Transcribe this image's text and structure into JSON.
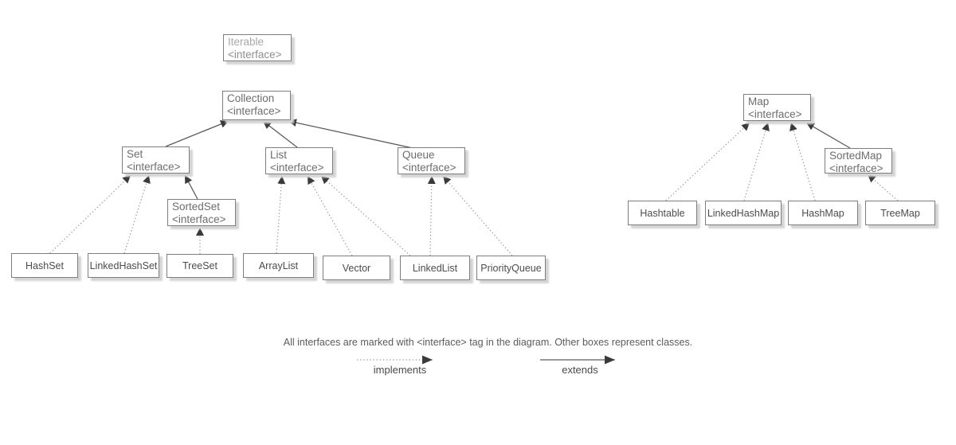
{
  "diagram": {
    "nodes": [
      {
        "id": "iterable",
        "label": "Iterable",
        "tag": "<interface>",
        "kind": "interface",
        "muted": true
      },
      {
        "id": "collection",
        "label": "Collection",
        "tag": "<interface>",
        "kind": "interface"
      },
      {
        "id": "set",
        "label": "Set",
        "tag": "<interface>",
        "kind": "interface"
      },
      {
        "id": "list",
        "label": "List",
        "tag": "<interface>",
        "kind": "interface"
      },
      {
        "id": "queue",
        "label": "Queue",
        "tag": "<interface>",
        "kind": "interface"
      },
      {
        "id": "sortedset",
        "label": "SortedSet",
        "tag": "<interface>",
        "kind": "interface"
      },
      {
        "id": "hashset",
        "label": "HashSet",
        "kind": "class"
      },
      {
        "id": "linkedhashset",
        "label": "LinkedHashSet",
        "kind": "class"
      },
      {
        "id": "treeset",
        "label": "TreeSet",
        "kind": "class"
      },
      {
        "id": "arraylist",
        "label": "ArrayList",
        "kind": "class"
      },
      {
        "id": "vector",
        "label": "Vector",
        "kind": "class"
      },
      {
        "id": "linkedlist",
        "label": "LinkedList",
        "kind": "class"
      },
      {
        "id": "priorityqueue",
        "label": "PriorityQueue",
        "kind": "class"
      },
      {
        "id": "map",
        "label": "Map",
        "tag": "<interface>",
        "kind": "interface"
      },
      {
        "id": "sortedmap",
        "label": "SortedMap",
        "tag": "<interface>",
        "kind": "interface"
      },
      {
        "id": "hashtable",
        "label": "Hashtable",
        "kind": "class"
      },
      {
        "id": "linkedhashmap",
        "label": "LinkedHashMap",
        "kind": "class"
      },
      {
        "id": "hashmap",
        "label": "HashMap",
        "kind": "class"
      },
      {
        "id": "treemap",
        "label": "TreeMap",
        "kind": "class"
      }
    ],
    "edges": [
      {
        "from": "set",
        "to": "collection",
        "relation": "extends"
      },
      {
        "from": "list",
        "to": "collection",
        "relation": "extends"
      },
      {
        "from": "queue",
        "to": "collection",
        "relation": "extends"
      },
      {
        "from": "sortedset",
        "to": "set",
        "relation": "extends"
      },
      {
        "from": "hashset",
        "to": "set",
        "relation": "implements"
      },
      {
        "from": "linkedhashset",
        "to": "set",
        "relation": "implements"
      },
      {
        "from": "treeset",
        "to": "sortedset",
        "relation": "implements"
      },
      {
        "from": "arraylist",
        "to": "list",
        "relation": "implements"
      },
      {
        "from": "vector",
        "to": "list",
        "relation": "implements"
      },
      {
        "from": "linkedlist",
        "to": "list",
        "relation": "implements"
      },
      {
        "from": "linkedlist",
        "to": "queue",
        "relation": "implements"
      },
      {
        "from": "priorityqueue",
        "to": "queue",
        "relation": "implements"
      },
      {
        "from": "hashtable",
        "to": "map",
        "relation": "implements"
      },
      {
        "from": "linkedhashmap",
        "to": "map",
        "relation": "implements"
      },
      {
        "from": "hashmap",
        "to": "map",
        "relation": "implements"
      },
      {
        "from": "sortedmap",
        "to": "map",
        "relation": "extends"
      },
      {
        "from": "treemap",
        "to": "sortedmap",
        "relation": "implements"
      }
    ]
  },
  "legend": {
    "note": "All interfaces are marked with <interface> tag in the diagram. Other boxes represent classes.",
    "implements_label": "implements",
    "extends_label": "extends"
  },
  "palette": {
    "background": "#ffffff",
    "box_border": "#7e7e7e",
    "box_shadow": "#d4d4d4",
    "implements_line": "#9a9a9a",
    "extends_line": "#5a5a5a",
    "arrowhead": "#3a3a3a",
    "interface_text": "#6d6d6d",
    "muted_text": "#a8a8a8",
    "class_text": "#4c4c4c",
    "note_text": "#5b5b5b"
  }
}
